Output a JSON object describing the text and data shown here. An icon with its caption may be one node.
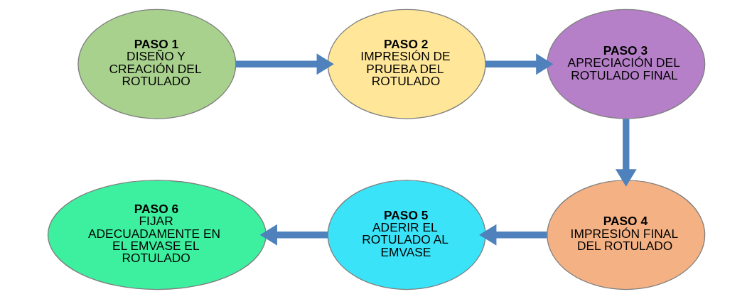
{
  "diagram": {
    "nodes": [
      {
        "text": [
          "PASO 1",
          "DISEÑO Y CREACIÓN DEL ROTULADO"
        ]
      },
      {
        "text": [
          "PASO 2",
          "IMPRESIÓN DE PRUEBA DEL ROTULADO"
        ]
      },
      {
        "text": [
          "PASO 3",
          "APRECIACIÓN DEL ROTULADO FINAL"
        ]
      },
      {
        "text": [
          "PASO 4",
          "IMPRESIÓN FINAL DEL ROTULADO"
        ]
      },
      {
        "text": [
          "PASO 5",
          "ADERIR EL ROTULADO AL EMVASE"
        ]
      },
      {
        "text": [
          "PASO 6",
          "FIJAR ADECUADAMENTE EN EL EMVASE EL ROTULADO"
        ]
      }
    ],
    "edges": [
      {
        "from": 0,
        "to": 1,
        "arrow": "to"
      },
      {
        "from": 1,
        "to": 2,
        "arrow": "to"
      },
      {
        "from": 2,
        "to": 3,
        "arrow": "to"
      },
      {
        "from": 3,
        "to": 4,
        "arrow": "to"
      },
      {
        "from": 4,
        "to": 5,
        "arrow": "to"
      }
    ]
  }
}
